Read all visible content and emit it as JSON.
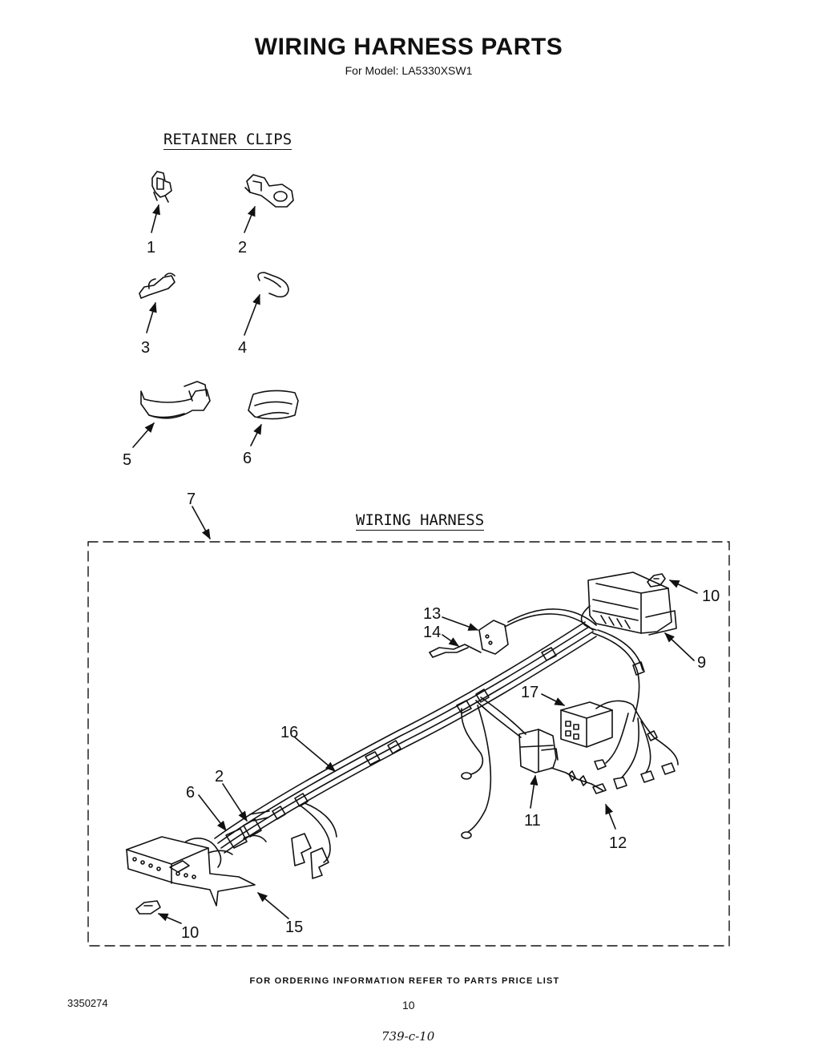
{
  "header": {
    "title": "WIRING HARNESS PARTS",
    "subtitle": "For Model: LA5330XSW1"
  },
  "sections": {
    "retainer_clips": "RETAINER CLIPS",
    "wiring_harness": "WIRING HARNESS"
  },
  "callouts": {
    "c1": "1",
    "c2": "2",
    "c3": "3",
    "c4": "4",
    "c5": "5",
    "c6": "6",
    "c7": "7",
    "c9": "9",
    "c10": "10",
    "c11": "11",
    "c12": "12",
    "c13": "13",
    "c14": "14",
    "c15": "15",
    "c16": "16",
    "c17": "17"
  },
  "footer": {
    "note": "FOR ORDERING INFORMATION REFER TO PARTS PRICE LIST",
    "doc_number": "3350274",
    "page_number": "10",
    "handwritten_code": "739-c-10"
  }
}
